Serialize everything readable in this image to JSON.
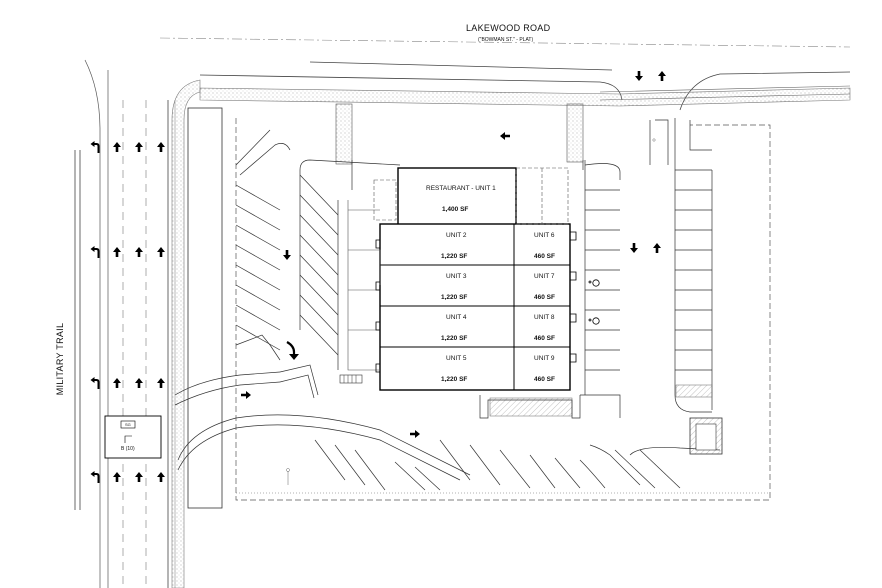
{
  "roads": {
    "north_name": "LAKEWOOD ROAD",
    "north_note": "(\"BOWMAN ST.\" - PLAT)",
    "west_name": "MILITARY TRAIL"
  },
  "units": [
    {
      "name": "RESTAURANT - UNIT 1",
      "area": "1,400 SF"
    },
    {
      "name": "UNIT 2",
      "area": "1,220 SF"
    },
    {
      "name": "UNIT 3",
      "area": "1,220 SF"
    },
    {
      "name": "UNIT 4",
      "area": "1,220 SF"
    },
    {
      "name": "UNIT 5",
      "area": "1,220 SF"
    },
    {
      "name": "UNIT 6",
      "area": "460 SF"
    },
    {
      "name": "UNIT 7",
      "area": "460 SF"
    },
    {
      "name": "UNIT 8",
      "area": "460 SF"
    },
    {
      "name": "UNIT 9",
      "area": "460 SF"
    }
  ],
  "sign": {
    "line1": "SG",
    "line2": "B (10)"
  },
  "icons": [
    "arrow-left-turn-icon",
    "arrow-up-icon",
    "arrow-down-icon",
    "arrow-left-icon",
    "arrow-right-icon",
    "curved-arrow-icon",
    "accessible-parking-icon"
  ]
}
